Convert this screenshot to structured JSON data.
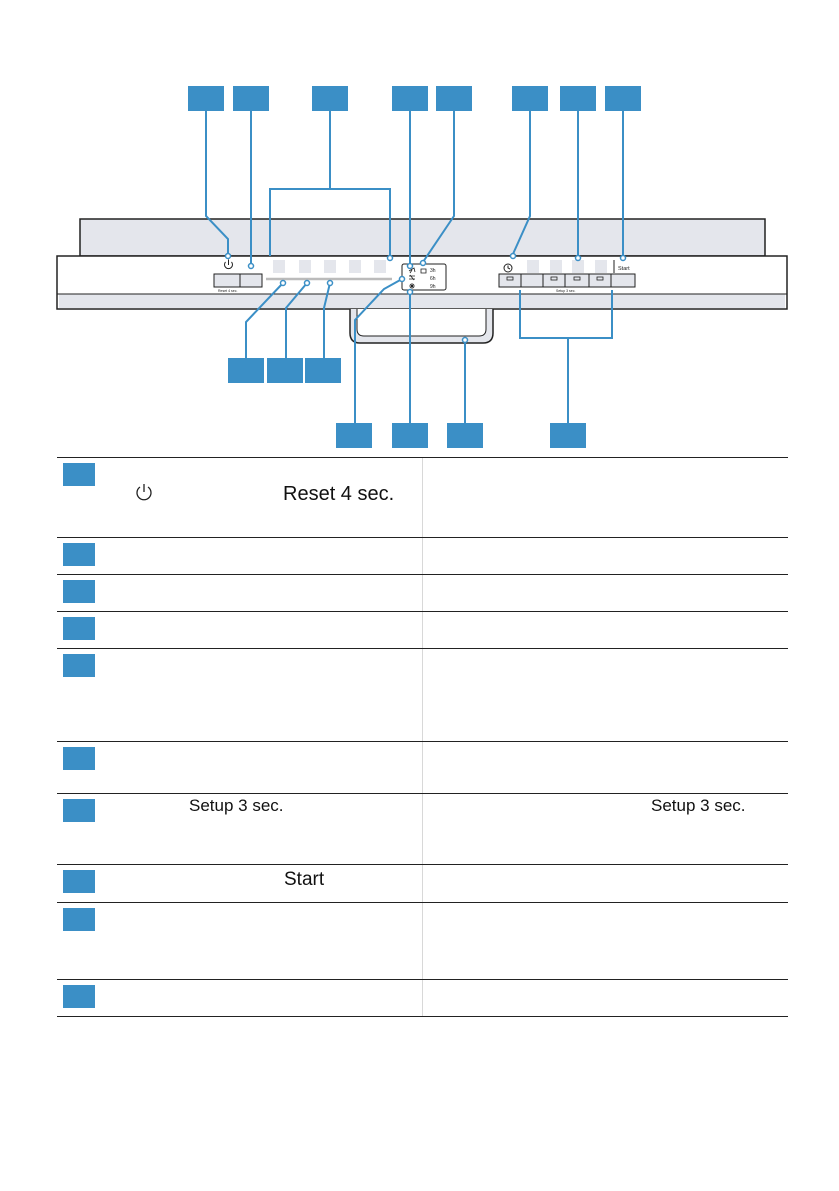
{
  "panel": {
    "reset_caption": "Reset 4 sec.",
    "setup_caption": "Setup 3 sec.",
    "start_label": "Start",
    "timer_values": [
      "3h",
      "6h",
      "9h"
    ]
  },
  "table": {
    "reset_text": "Reset 4 sec.",
    "setup_text_left": "Setup 3 sec.",
    "setup_text_right": "Setup 3 sec.",
    "start_text": "Start"
  },
  "icons": {
    "power": "power-icon",
    "timer": "clock-icon",
    "rinse_aid": "rinse-aid-icon",
    "salt": "salt-icon",
    "water_supply": "water-tap-icon"
  },
  "colors": {
    "callout": "#3b8fc6",
    "panel_fill": "#e4e6ec",
    "line": "#222222"
  }
}
